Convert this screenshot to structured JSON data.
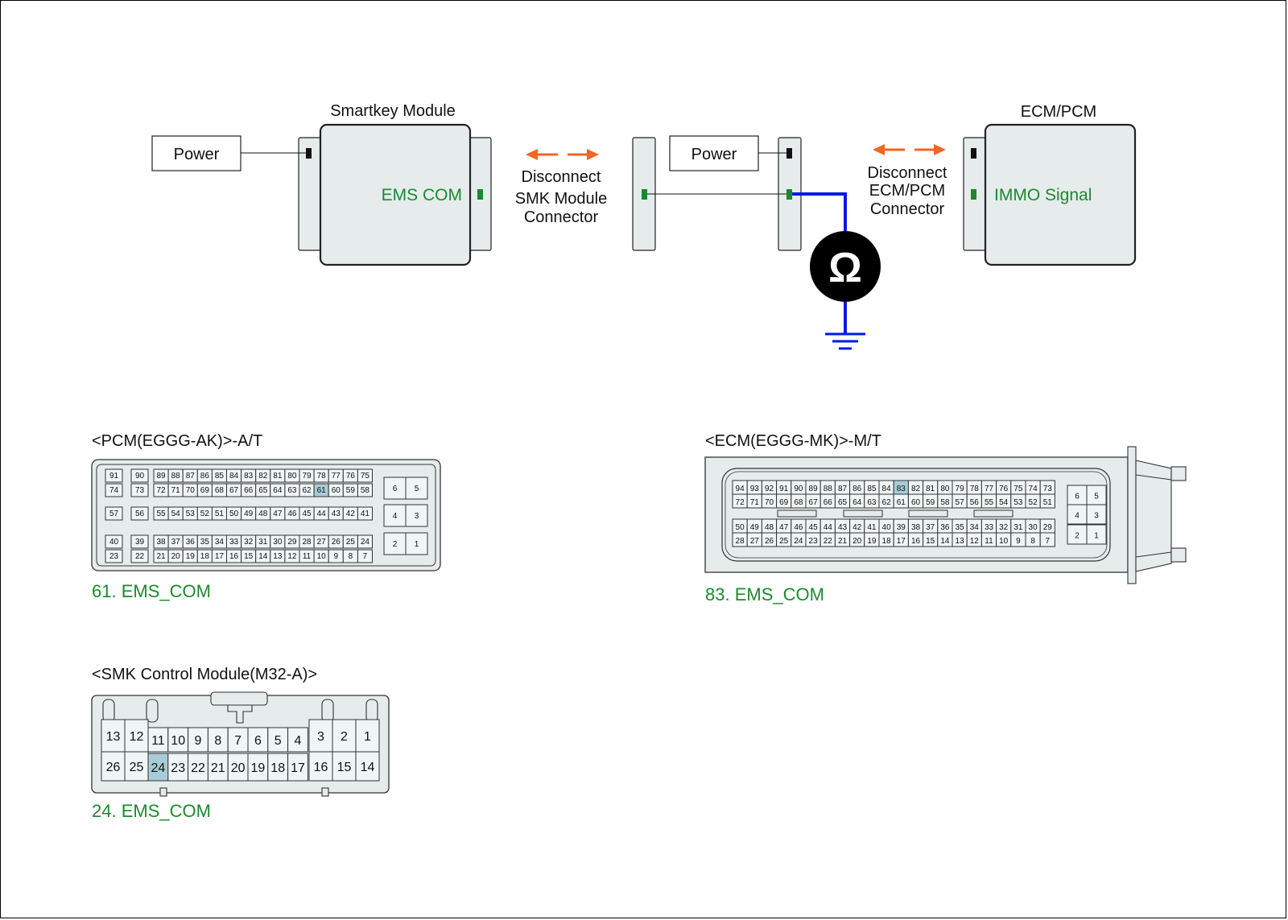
{
  "colors": {
    "box_fill": "#e6eceb",
    "outline": "#222222",
    "accent_green": "#1a8a2e",
    "arrow_orange": "#f26522",
    "wire_blue": "#0019e6",
    "highlight_pin": "#a8ccd7"
  },
  "diagram": {
    "smartkey_title": "Smartkey Module",
    "smartkey_power": "Power",
    "smartkey_pin": "EMS COM",
    "disconnect_smk": [
      "Disconnect",
      "SMK Module",
      "Connector"
    ],
    "mid_power": "Power",
    "disconnect_ecm": [
      "Disconnect",
      "ECM/PCM",
      "Connector"
    ],
    "ecm_title": "ECM/PCM",
    "ecm_pin": "IMMO Signal",
    "ohm_symbol": "Ω",
    "ground_icon": "ground-icon"
  },
  "pcm_connector": {
    "title": "<PCM(EGGG-AK)>-A/T",
    "caption": "61. EMS_COM",
    "highlight": "61",
    "left_pins": [
      [
        "91",
        "74"
      ],
      [
        "57"
      ],
      [
        "40",
        "23"
      ]
    ],
    "left_pins2": [
      [
        "90",
        "73"
      ],
      [
        "56"
      ],
      [
        "39",
        "22"
      ]
    ],
    "row1": [
      "89",
      "88",
      "87",
      "86",
      "85",
      "84",
      "83",
      "82",
      "81",
      "80",
      "79",
      "78",
      "77",
      "76",
      "75"
    ],
    "row2": [
      "72",
      "71",
      "70",
      "69",
      "68",
      "67",
      "66",
      "65",
      "64",
      "63",
      "62",
      "61",
      "60",
      "59",
      "58"
    ],
    "row3": [
      "55",
      "54",
      "53",
      "52",
      "51",
      "50",
      "49",
      "48",
      "47",
      "46",
      "45",
      "44",
      "43",
      "42",
      "41"
    ],
    "row4": [
      "38",
      "37",
      "36",
      "35",
      "34",
      "33",
      "32",
      "31",
      "30",
      "29",
      "28",
      "27",
      "26",
      "25",
      "24"
    ],
    "row5": [
      "21",
      "20",
      "19",
      "18",
      "17",
      "16",
      "15",
      "14",
      "13",
      "12",
      "11",
      "10",
      "9",
      "8",
      "7"
    ],
    "right_pins": [
      [
        "6",
        "5"
      ],
      [
        "4",
        "3"
      ],
      [
        "2",
        "1"
      ]
    ]
  },
  "ecm_connector": {
    "title": "<ECM(EGGG-MK)>-M/T",
    "caption": "83. EMS_COM",
    "highlight": "83",
    "row1": [
      "94",
      "93",
      "92",
      "91",
      "90",
      "89",
      "88",
      "87",
      "86",
      "85",
      "84",
      "83",
      "82",
      "81",
      "80",
      "79",
      "78",
      "77",
      "76",
      "75",
      "74",
      "73"
    ],
    "row2": [
      "72",
      "71",
      "70",
      "69",
      "68",
      "67",
      "66",
      "65",
      "64",
      "63",
      "62",
      "61",
      "60",
      "59",
      "58",
      "57",
      "56",
      "55",
      "54",
      "53",
      "52",
      "51"
    ],
    "row3": [
      "50",
      "49",
      "48",
      "47",
      "46",
      "45",
      "44",
      "43",
      "42",
      "41",
      "40",
      "39",
      "38",
      "37",
      "36",
      "35",
      "34",
      "33",
      "32",
      "31",
      "30",
      "29"
    ],
    "row4": [
      "28",
      "27",
      "26",
      "25",
      "24",
      "23",
      "22",
      "21",
      "20",
      "19",
      "18",
      "17",
      "16",
      "15",
      "14",
      "13",
      "12",
      "11",
      "10",
      "9",
      "8",
      "7"
    ],
    "right_pins": [
      [
        "6",
        "5"
      ],
      [
        "4",
        "3"
      ],
      [
        "2",
        "1"
      ]
    ]
  },
  "smk_connector": {
    "title": "<SMK Control Module(M32-A)>",
    "caption": "24. EMS_COM",
    "highlight": "24",
    "left_top": [
      "13",
      "12"
    ],
    "left_bottom": [
      "26",
      "25"
    ],
    "mid_top": [
      "11",
      "10",
      "9",
      "8",
      "7",
      "6",
      "5",
      "4"
    ],
    "mid_bottom": [
      "24",
      "23",
      "22",
      "21",
      "20",
      "19",
      "18",
      "17"
    ],
    "right_top": [
      "3",
      "2",
      "1"
    ],
    "right_bottom": [
      "16",
      "15",
      "14"
    ]
  }
}
